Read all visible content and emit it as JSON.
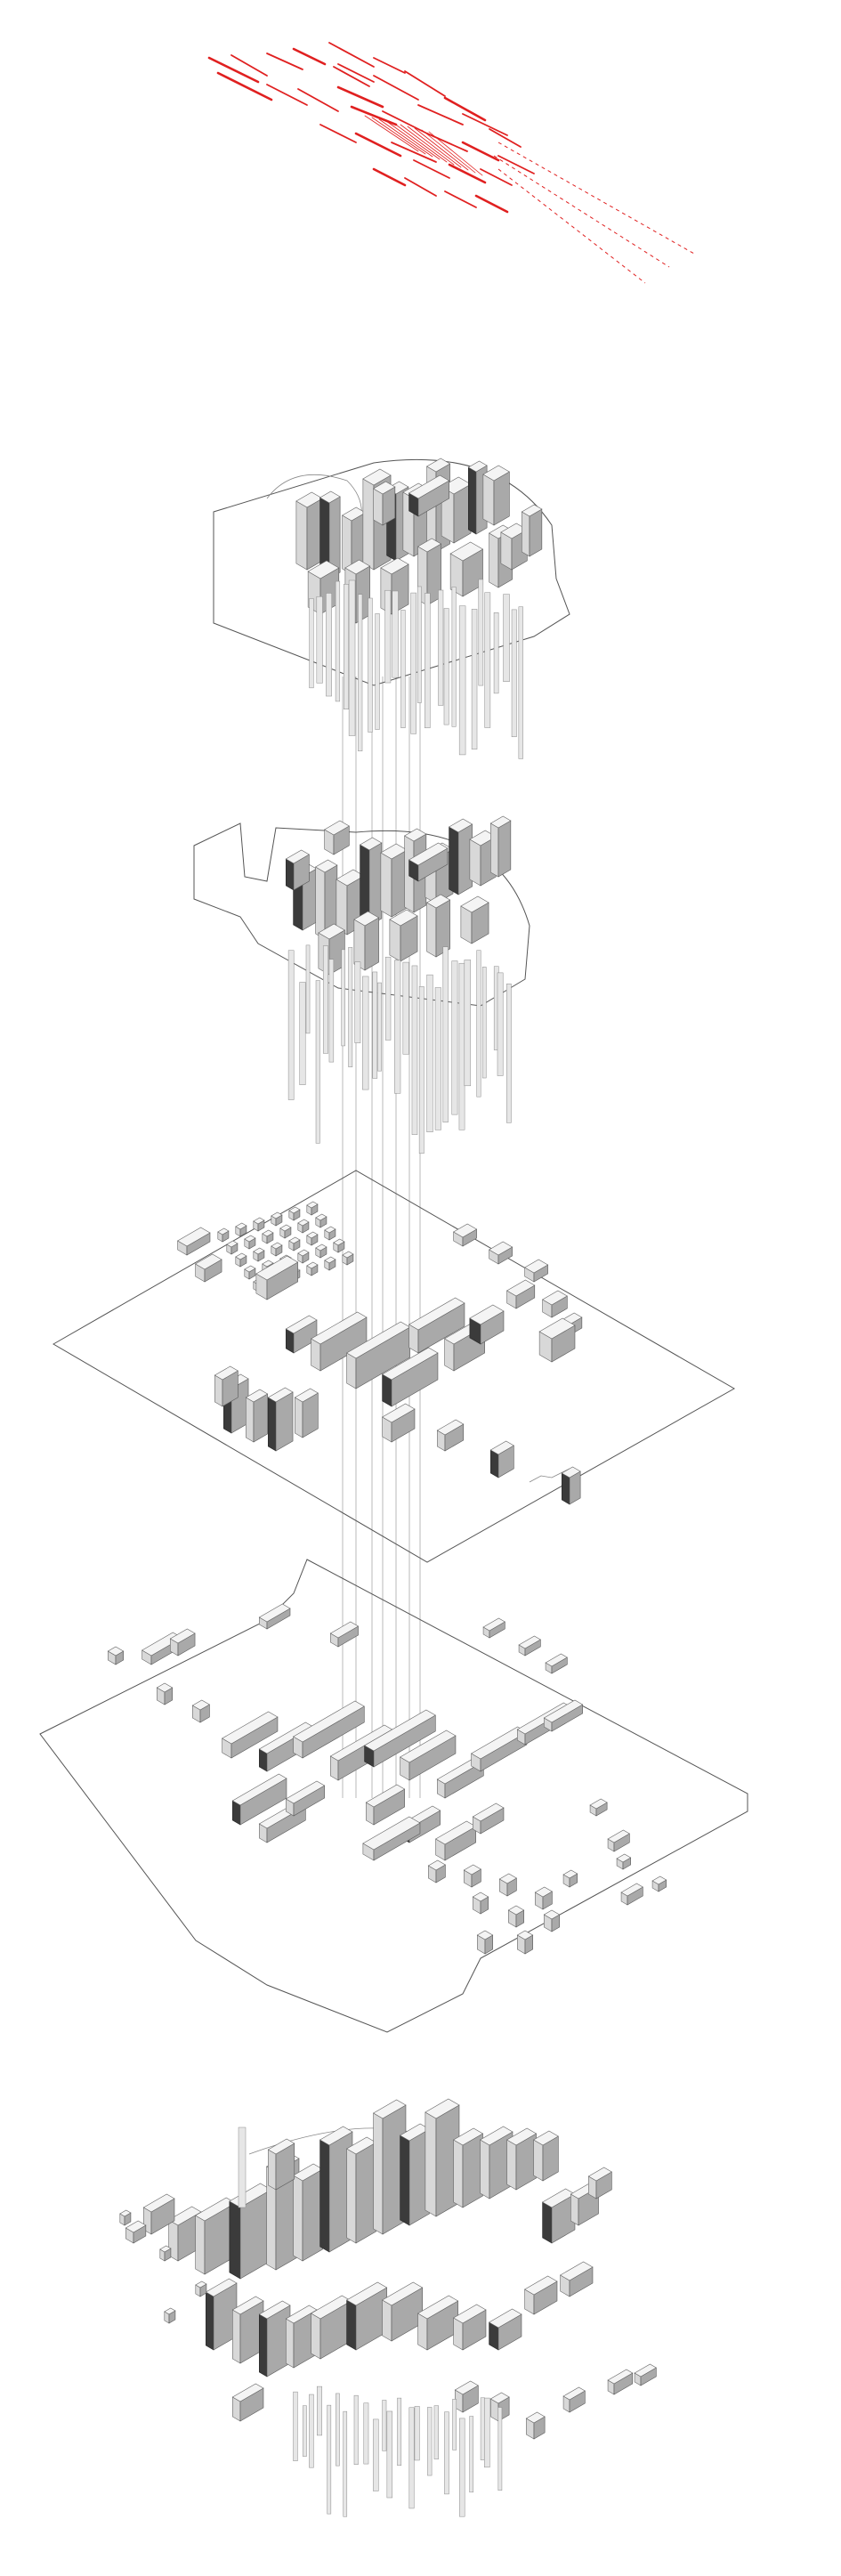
{
  "diagram": {
    "style": "exploded axonometric, monochrome massing with red line layer",
    "colors": {
      "background": "#ffffff",
      "red_layer": "#e02020",
      "line": "#555555",
      "light_face": "#f4f4f4",
      "mid_face": "#d8d8d8",
      "dark_face": "#a9a9a9",
      "void": "#3b3b3b"
    },
    "layers": [
      {
        "id": "red-line-layer",
        "kind": "red linear strips"
      },
      {
        "id": "upper-level-a",
        "kind": "curved-edge floor with columns"
      },
      {
        "id": "upper-level-b",
        "kind": "curved-edge floor with columns"
      },
      {
        "id": "middle-plate",
        "kind": "large floor plate with blocks"
      },
      {
        "id": "ground-plate",
        "kind": "ground plate with scattered blocks"
      },
      {
        "id": "assembled-model",
        "kind": "combined massing"
      }
    ]
  }
}
